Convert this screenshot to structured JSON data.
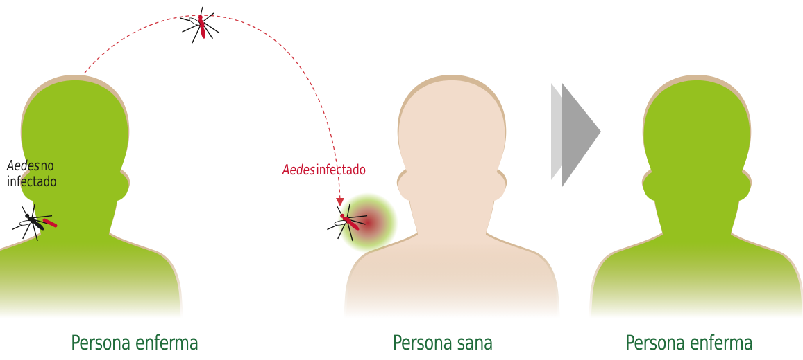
{
  "colors": {
    "sick_fill": "#95c11f",
    "healthy_fill": "#f2dccb",
    "outline": "#d4b896",
    "caption": "#1f6b3a",
    "infected_red": "#c8102e",
    "arrow_gray": "#9a9a9a",
    "dash_red": "#d0333d"
  },
  "figures": [
    {
      "caption": "Persona enferma",
      "state": "sick"
    },
    {
      "caption": "Persona sana",
      "state": "healthy"
    },
    {
      "caption": "Persona enferma",
      "state": "sick"
    }
  ],
  "labels": {
    "uninfected_genus": "Aedes",
    "uninfected_rest_line1": "no",
    "uninfected_line2": "infectado",
    "infected_genus": "Aedes",
    "infected_rest": "infectado"
  },
  "icons": [
    "mosquito-uninfected-icon",
    "mosquito-flying-icon",
    "mosquito-infected-icon",
    "progression-arrow-icon"
  ]
}
